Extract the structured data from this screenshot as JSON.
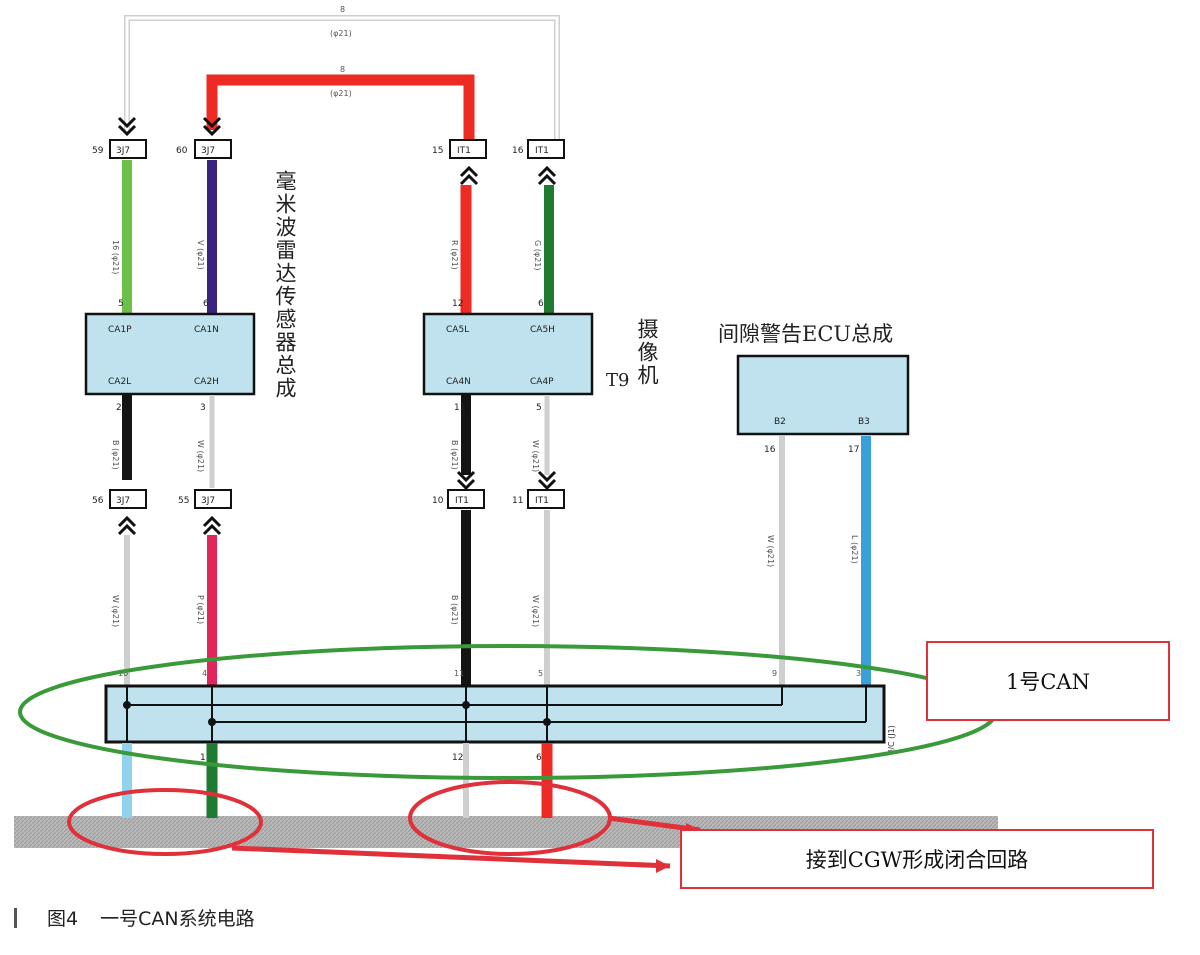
{
  "labels": {
    "radar": "毫米波雷达传感器总成",
    "camera_code": "T9",
    "camera": "摄像机",
    "clearance_ecu": "间隙警告ECU总成",
    "can_box": "1号CAN",
    "cgw_box": "接到CGW形成闭合回路"
  },
  "caption": {
    "figure_number": "图4",
    "text": "一号CAN系统电路"
  },
  "colors": {
    "module_fill": "#bfe2ee",
    "can_hi": "#ee2a24",
    "wire_green": "#6cc04a",
    "wire_purple": "#3a2380",
    "wire_dark_green": "#1f7a32",
    "wire_black": "#141414",
    "wire_pink": "#e0265a",
    "wire_blue": "#3aa0d8",
    "ellipse": "#3a9a3a",
    "callout": "#e0303a"
  }
}
